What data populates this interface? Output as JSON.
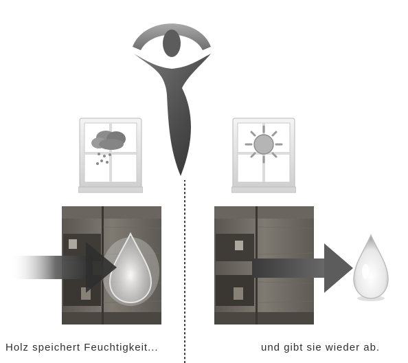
{
  "logo": {
    "icon": "person-with-eye-arc-logo"
  },
  "left_panel": {
    "weather_icon": "rain-cloud-icon",
    "caption": "Holz speichert Feuchtigkeit..."
  },
  "right_panel": {
    "weather_icon": "sun-icon",
    "caption": "und gibt sie wieder ab."
  },
  "colors": {
    "arc": "#8a8a8a",
    "figure": "#5a5a5a",
    "wood_light": "#7b766f",
    "wood_dark": "#3a3733",
    "window_frame": "#d9d9d9",
    "arrow": "#4a4a4a"
  }
}
